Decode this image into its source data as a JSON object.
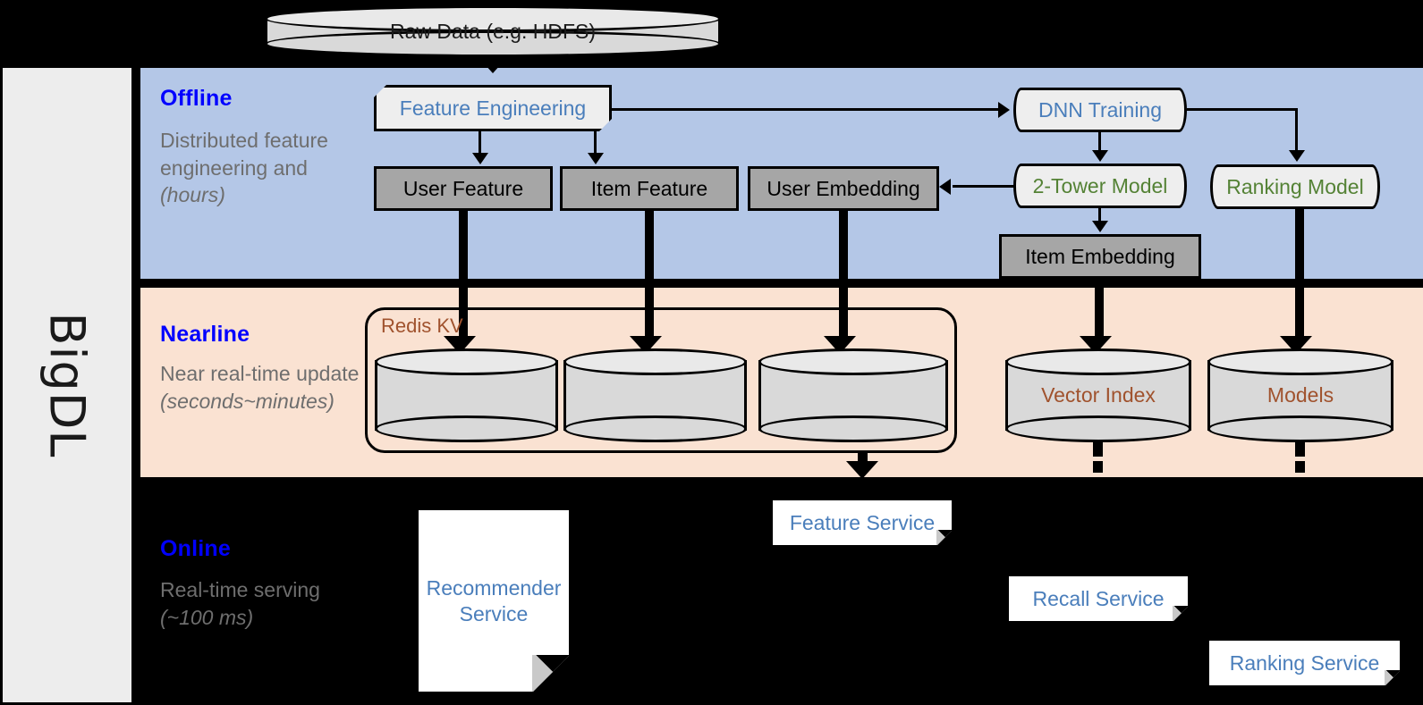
{
  "framework": {
    "name": "BigDL"
  },
  "source": {
    "label": "Raw Data (e.g. HDFS)"
  },
  "stages": [
    {
      "id": "offline",
      "title": "Offline",
      "desc_line1": "Distributed feature engineering and ",
      "desc_em": "(hours)",
      "band_color": "#b4c7e7"
    },
    {
      "id": "nearline",
      "title": "Nearline",
      "desc_line1": "Near real-time update ",
      "desc_em": "(seconds~minutes)",
      "band_color": "#fae2d2"
    },
    {
      "id": "online",
      "title": "Online",
      "desc_line1": "Real-time serving ",
      "desc_em": "(~100 ms)",
      "band_color": "#000000"
    }
  ],
  "offline": {
    "feature_engineering": "Feature Engineering",
    "dnn_training": "DNN Training",
    "two_tower_model": "2-Tower Model",
    "ranking_model": "Ranking Model",
    "user_feature": "User Feature",
    "item_feature": "Item Feature",
    "user_embedding": "User Embedding",
    "item_embedding": "Item Embedding"
  },
  "nearline": {
    "redis_group_label": "Redis KV",
    "store_user_feature": "",
    "store_item_feature": "",
    "store_user_embedding": "",
    "vector_index": "Vector Index",
    "models": "Models"
  },
  "online": {
    "recommender_service": "Recommender Service",
    "feature_service": "Feature Service",
    "recall_service": "Recall Service",
    "ranking_service": "Ranking Service"
  },
  "colors": {
    "stage_title": "#0000ff",
    "stage_desc": "#6e6e6e",
    "blue_text": "#4a7ebb",
    "green_text": "#548235",
    "brown_text": "#a0522d",
    "offline_band": "#b4c7e7",
    "nearline_band": "#fae2d2",
    "gray_box": "#a6a6a6",
    "sidebar": "#ededed"
  }
}
